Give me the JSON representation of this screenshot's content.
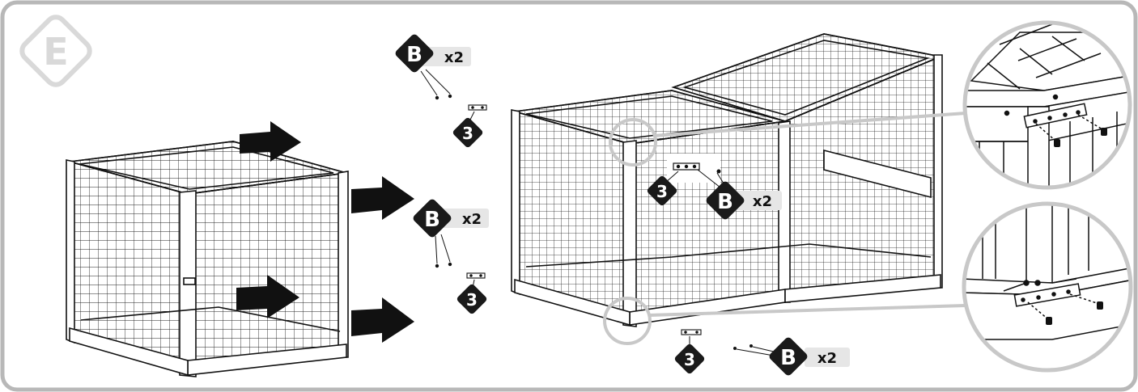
{
  "step": {
    "label": "E"
  },
  "callouts": {
    "hardware_code": "B",
    "hardware_qty": "x2",
    "bracket_code": "3"
  },
  "colors": {
    "frame": "#b8b8b8",
    "ink": "#111111",
    "badge_fill": "#1a1a1a",
    "qty_bg": "#e6e6e6",
    "zoom_ring": "#c8c8c8",
    "step_badge": "#d9d9d9"
  },
  "icons": [
    "arrow-right-icon",
    "screw-icon",
    "bracket-plate-icon",
    "magnifier-circle-icon"
  ]
}
